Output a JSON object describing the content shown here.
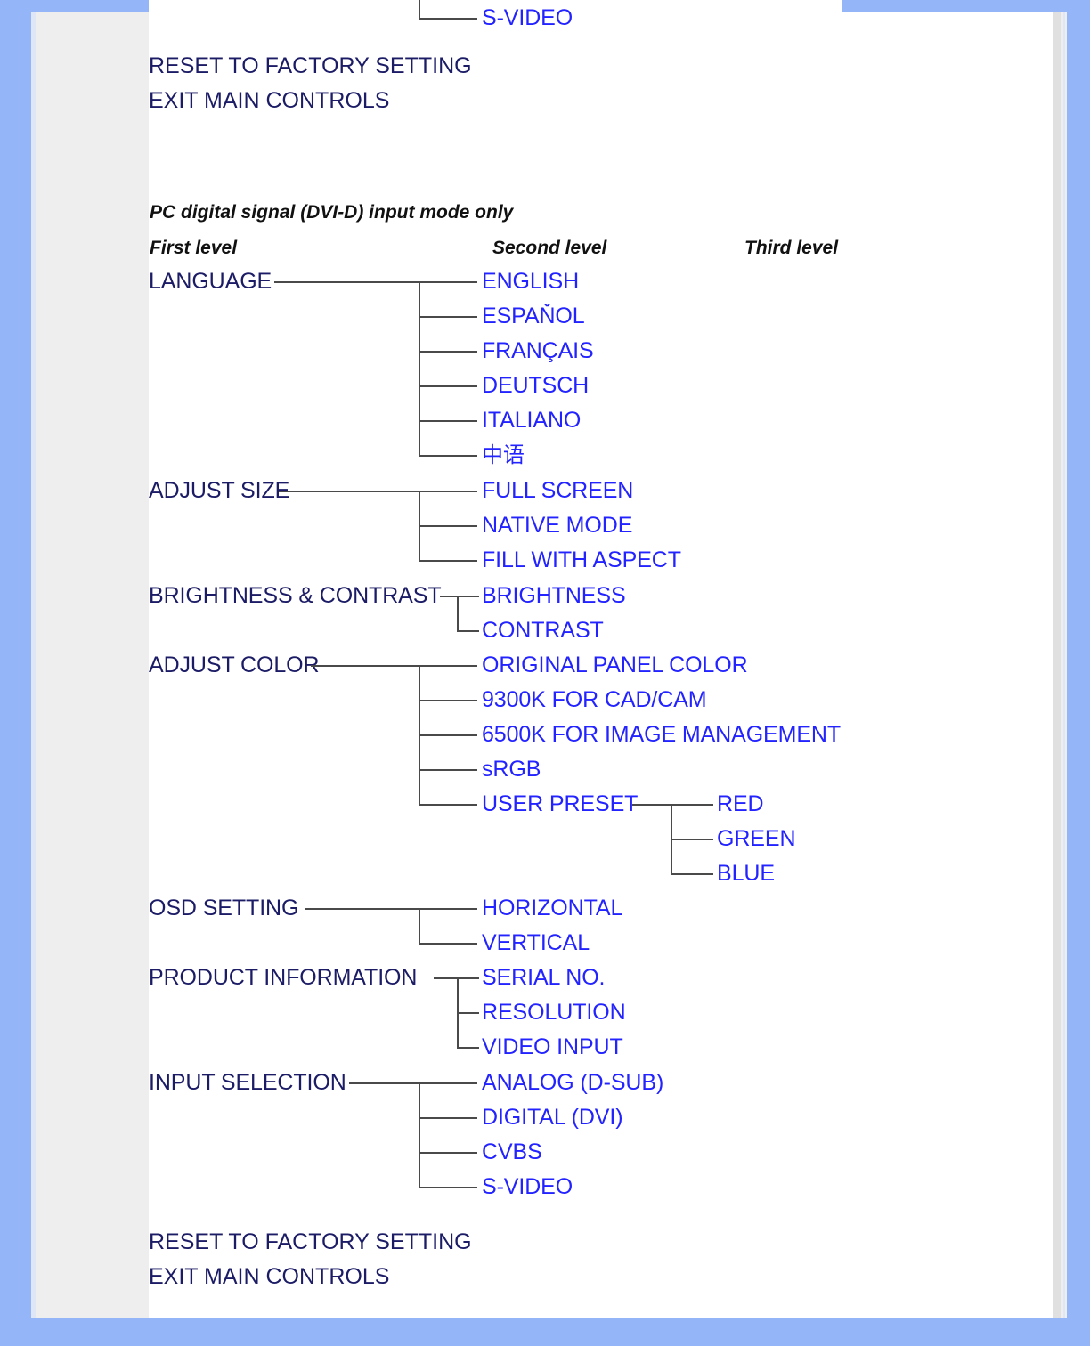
{
  "theme": {
    "page_background": "#94b5f8",
    "paper_background": "#ffffff",
    "rail_background": "#eeeeee",
    "level1_color": "#1c1c66",
    "level2_color": "#2323ff",
    "connector_color": "#4a4a4a",
    "header_color": "#111111"
  },
  "top_section": {
    "orphan_leaf": "S-VIDEO",
    "actions": [
      "RESET TO FACTORY SETTING",
      "EXIT MAIN CONTROLS"
    ]
  },
  "mode_title": "PC digital signal (DVI-D) input mode only",
  "column_headers": {
    "first": "First level",
    "second": "Second level",
    "third": "Third level"
  },
  "menu_tree": [
    {
      "label": "LANGUAGE",
      "children": [
        {
          "label": "ENGLISH"
        },
        {
          "label": "ESPAŇOL"
        },
        {
          "label": "FRANÇAIS"
        },
        {
          "label": "DEUTSCH"
        },
        {
          "label": "ITALIANO"
        },
        {
          "label": "中语"
        }
      ]
    },
    {
      "label": "ADJUST SIZE",
      "children": [
        {
          "label": "FULL SCREEN"
        },
        {
          "label": "NATIVE MODE"
        },
        {
          "label": "FILL WITH ASPECT"
        }
      ]
    },
    {
      "label": "BRIGHTNESS & CONTRAST",
      "children": [
        {
          "label": "BRIGHTNESS"
        },
        {
          "label": "CONTRAST"
        }
      ]
    },
    {
      "label": "ADJUST COLOR",
      "children": [
        {
          "label": "ORIGINAL PANEL COLOR"
        },
        {
          "label": "9300K FOR CAD/CAM"
        },
        {
          "label": "6500K FOR IMAGE MANAGEMENT"
        },
        {
          "label": "sRGB"
        },
        {
          "label": "USER PRESET",
          "children": [
            {
              "label": "RED"
            },
            {
              "label": "GREEN"
            },
            {
              "label": "BLUE"
            }
          ]
        }
      ]
    },
    {
      "label": "OSD SETTING",
      "children": [
        {
          "label": "HORIZONTAL"
        },
        {
          "label": "VERTICAL"
        }
      ]
    },
    {
      "label": "PRODUCT INFORMATION",
      "children": [
        {
          "label": "SERIAL NO."
        },
        {
          "label": "RESOLUTION"
        },
        {
          "label": "VIDEO INPUT"
        }
      ]
    },
    {
      "label": "INPUT SELECTION",
      "children": [
        {
          "label": "ANALOG (D-SUB)"
        },
        {
          "label": "DIGITAL (DVI)"
        },
        {
          "label": "CVBS"
        },
        {
          "label": "S-VIDEO"
        }
      ]
    }
  ],
  "bottom_actions": [
    "RESET TO FACTORY SETTING",
    "EXIT MAIN CONTROLS"
  ]
}
